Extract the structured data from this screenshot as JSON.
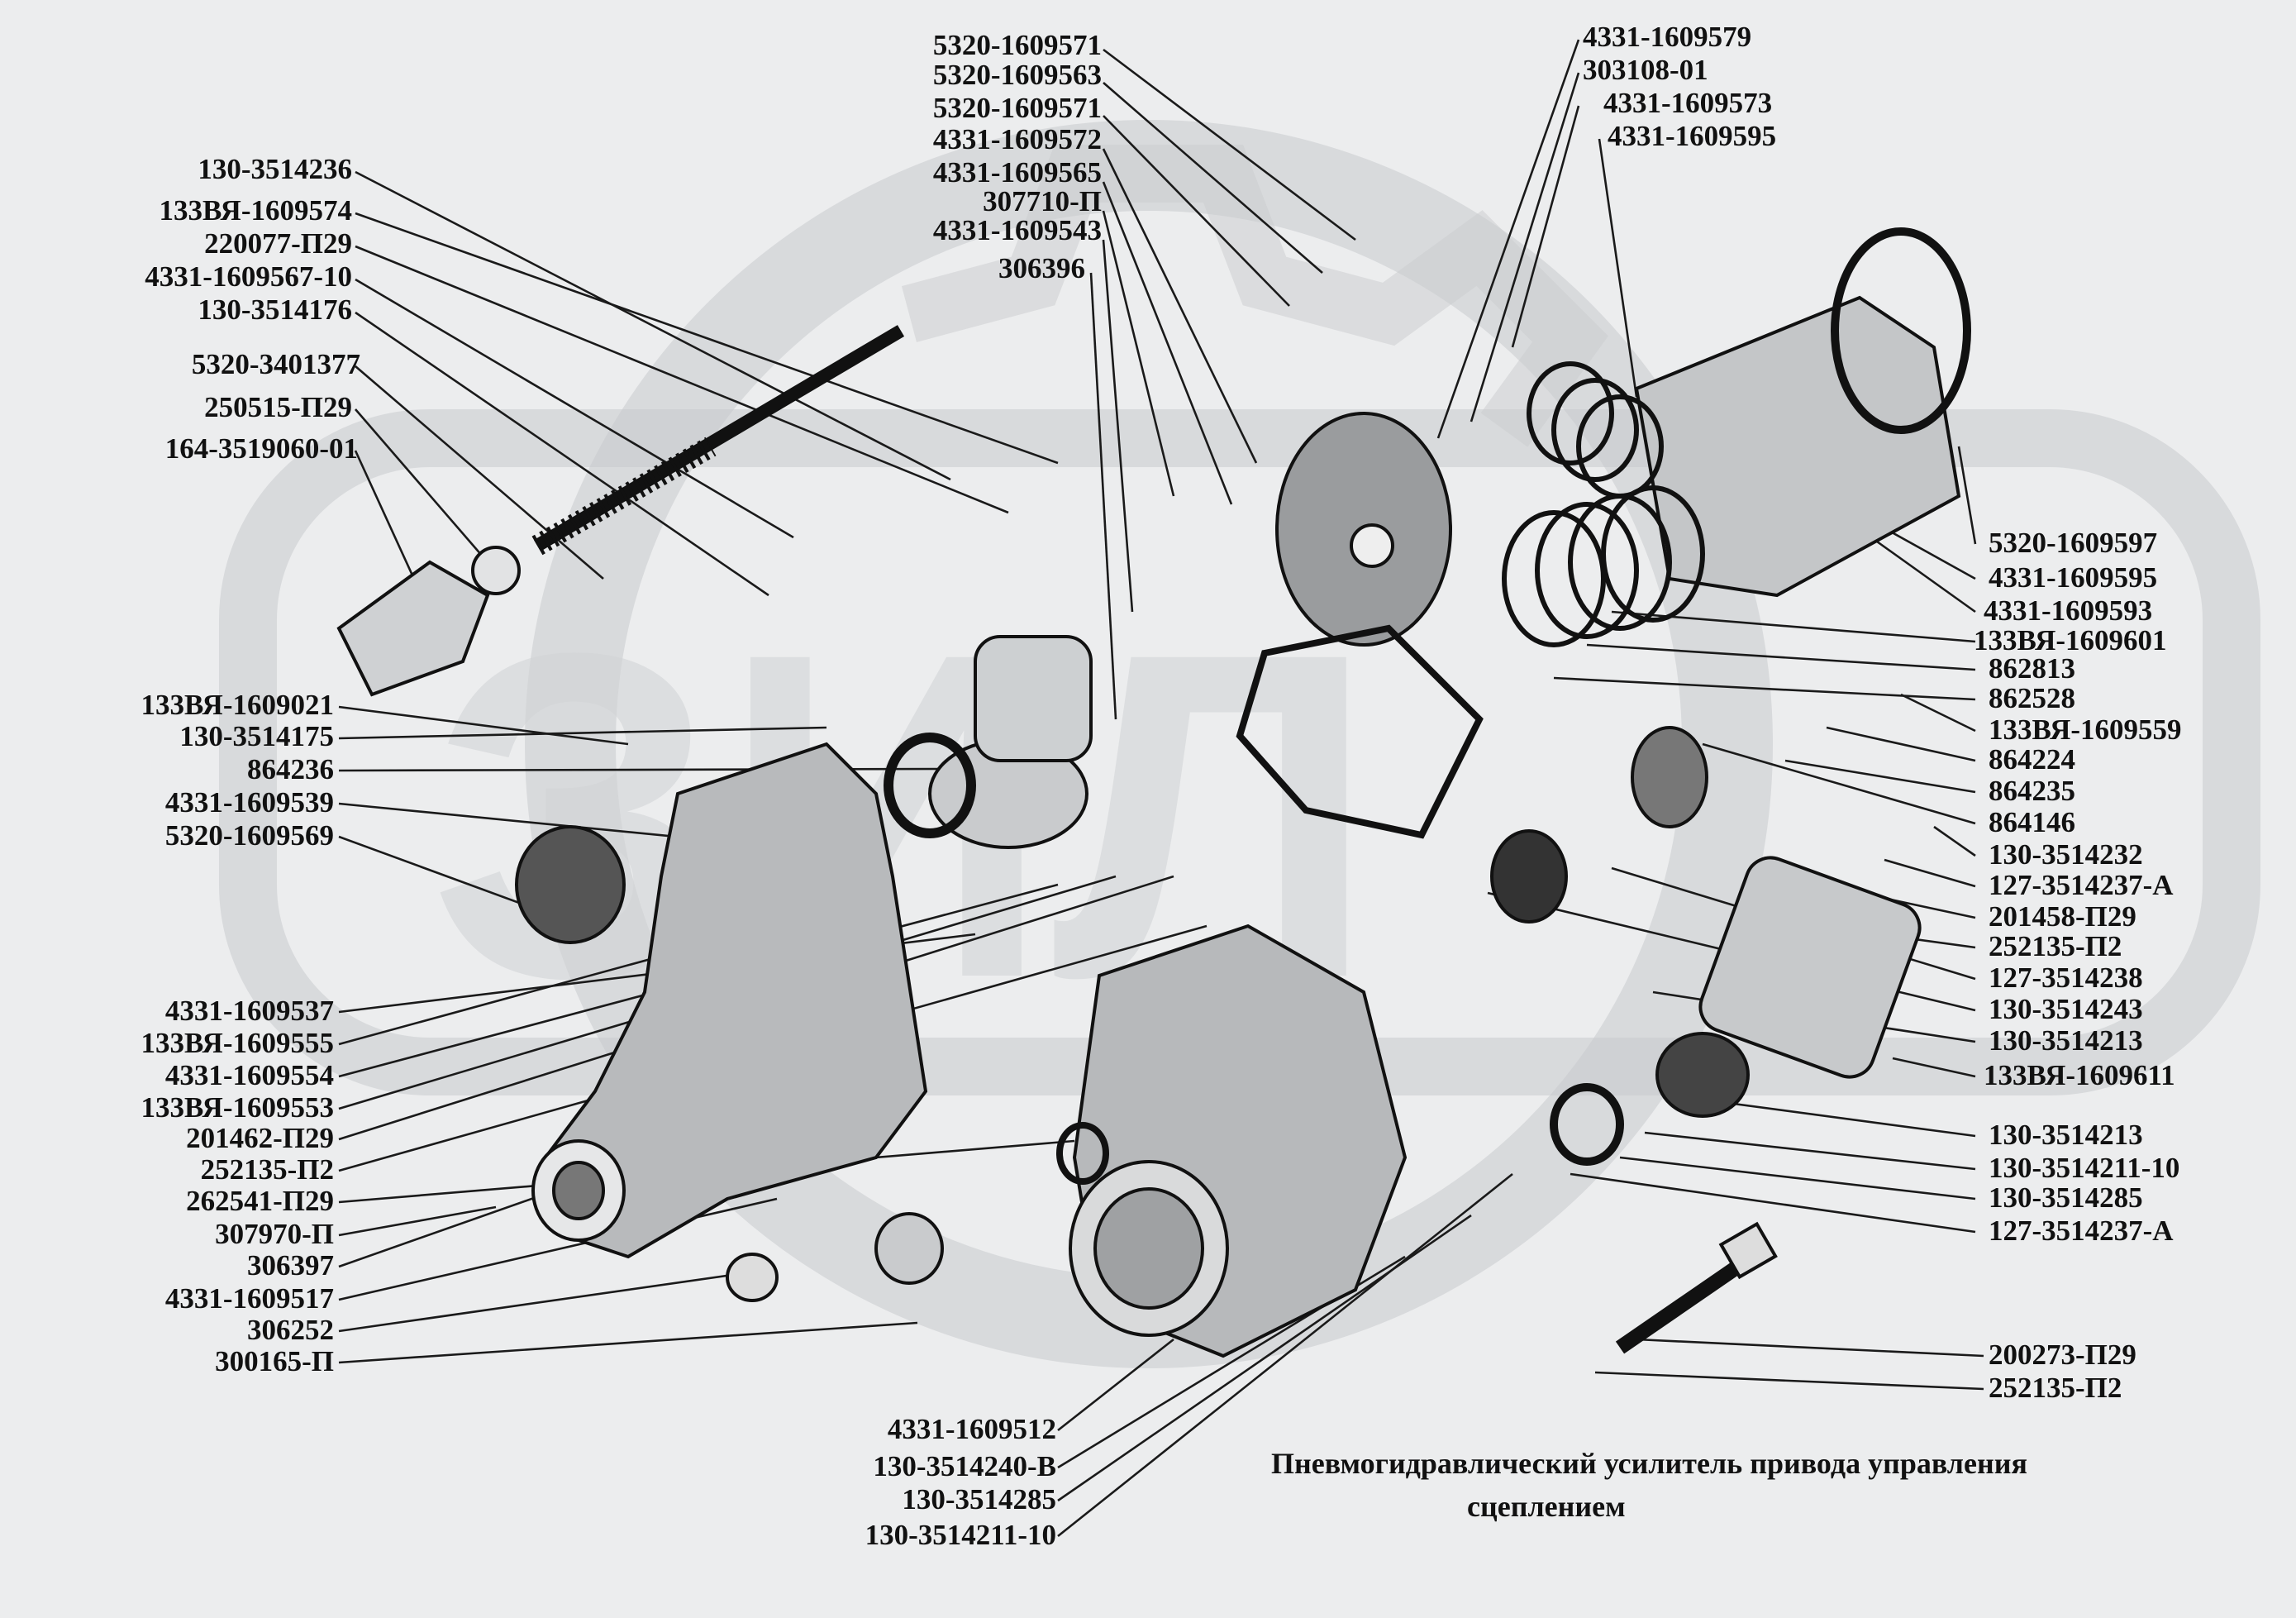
{
  "caption": {
    "line1": "Пневмогидравлический усилитель привода управления",
    "line2": "сцеплением"
  },
  "watermark": {
    "color": "#c9cbcd"
  },
  "labels": {
    "top_center": [
      "5320-1609571",
      "5320-1609563",
      "5320-1609571",
      "4331-1609572",
      "4331-1609565",
      "307710-П",
      "4331-1609543",
      "306396"
    ],
    "top_right": [
      "4331-1609579",
      "303108-01",
      "4331-1609573",
      "4331-1609595"
    ],
    "left_upper": [
      "130-3514236",
      "133ВЯ-1609574",
      "220077-П29",
      "4331-1609567-10",
      "130-3514176",
      "5320-3401377",
      "250515-П29",
      "164-3519060-01"
    ],
    "left_middle": [
      "133ВЯ-1609021",
      "130-3514175",
      "864236",
      "4331-1609539",
      "5320-1609569"
    ],
    "left_lower": [
      "4331-1609537",
      "133ВЯ-1609555",
      "4331-1609554",
      "133ВЯ-1609553",
      "201462-П29",
      "252135-П2",
      "262541-П29",
      "307970-П",
      "306397",
      "4331-1609517",
      "306252",
      "300165-П"
    ],
    "right_column": [
      "5320-1609597",
      "4331-1609595",
      "4331-1609593",
      "133ВЯ-1609601",
      "862813",
      "862528",
      "133ВЯ-1609559",
      "864224",
      "864235",
      "864146",
      "130-3514232",
      "127-3514237-А",
      "201458-П29",
      "252135-П2",
      "127-3514238",
      "130-3514243",
      "130-3514213",
      "133ВЯ-1609611",
      "130-3514213",
      "130-3514211-10",
      "130-3514285",
      "127-3514237-А"
    ],
    "bottom_right": [
      "200273-П29",
      "252135-П2"
    ],
    "bottom_center": [
      "4331-1609512",
      "130-3514240-В",
      "130-3514285",
      "130-3514211-10"
    ]
  }
}
